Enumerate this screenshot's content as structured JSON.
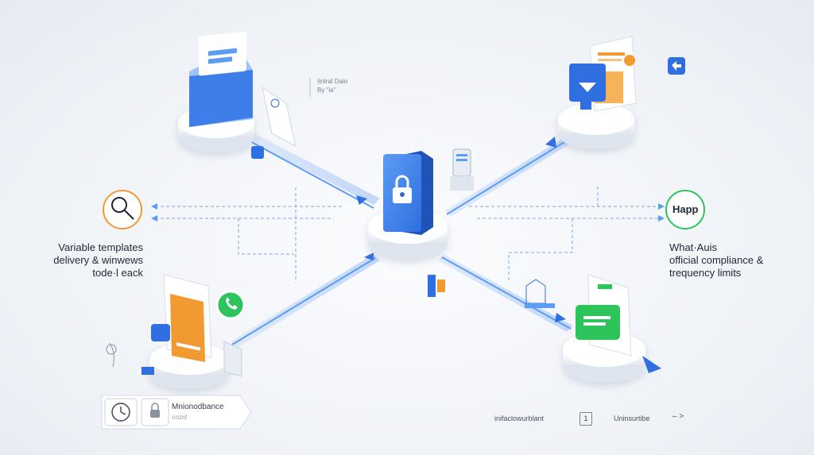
{
  "left_caption": {
    "lines": [
      "Variable templates",
      "delivery & winwews",
      "tode·l eack"
    ]
  },
  "right_caption": {
    "lines": [
      "What·Auis",
      "official compliance &",
      "trequency limits"
    ]
  },
  "right_hub_label": "Happ",
  "panel_note": {
    "line1": "Iintral Daio",
    "line2": "By \"ia\""
  },
  "bottom_card": {
    "title": "Mnionodbance",
    "subtitle": "nozid"
  },
  "status_bar": {
    "left_text": "inifaclowurblant",
    "number": "1",
    "right_text": "Uninsurtibe",
    "arrow": "– >"
  },
  "colors": {
    "primary_blue": "#2f6fe0",
    "light_blue": "#5b9cf5",
    "green": "#2ec45c",
    "orange": "#f29a32",
    "lock_blue": "#2d68d8"
  },
  "icons": [
    "mail-icon",
    "chat-bubble-icon",
    "lock-icon",
    "document-icon",
    "whatsapp-icon",
    "magnifier-icon",
    "clock-icon",
    "padlock-icon",
    "happ-icon"
  ]
}
